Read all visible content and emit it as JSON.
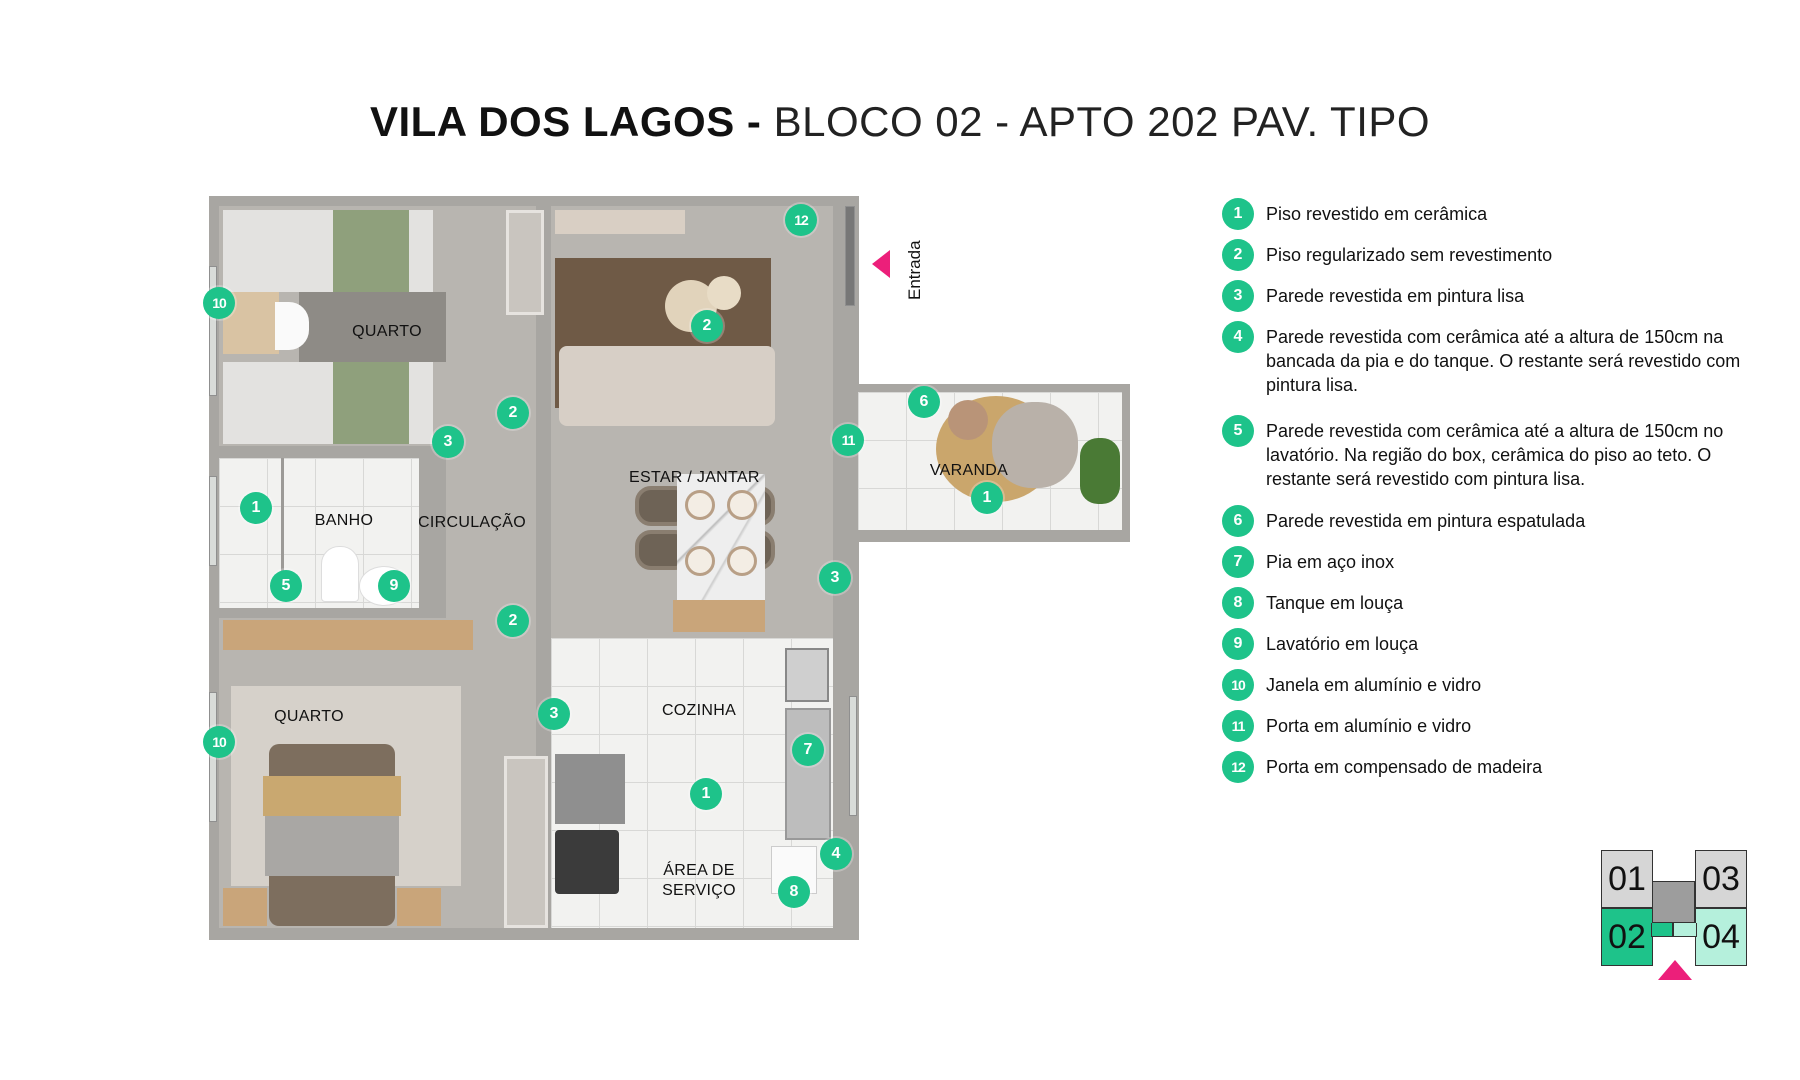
{
  "title": {
    "bold": "VILA DOS LAGOS -",
    "light": "BLOCO 02 - APTO 202 PAV. TIPO"
  },
  "rooms": {
    "quarto_top": "QUARTO",
    "banho": "BANHO",
    "circulacao": "CIRCULAÇÃO",
    "estar_jantar": "ESTAR / JANTAR",
    "varanda": "VARANDA",
    "quarto_bottom": "QUARTO",
    "cozinha": "COZINHA",
    "area_servico_line1": "ÁREA DE",
    "area_servico_line2": "SERVIÇO"
  },
  "entrance": {
    "label": "Entrada",
    "arrow_color": "#ec1f7a"
  },
  "markers": [
    {
      "n": "10",
      "room": "quarto_top"
    },
    {
      "n": "2",
      "room": "circulacao_top"
    },
    {
      "n": "3",
      "room": "quarto_top_door"
    },
    {
      "n": "12",
      "room": "estar_door"
    },
    {
      "n": "2",
      "room": "estar"
    },
    {
      "n": "6",
      "room": "varanda"
    },
    {
      "n": "11",
      "room": "varanda_door"
    },
    {
      "n": "1",
      "room": "varanda"
    },
    {
      "n": "1",
      "room": "banho"
    },
    {
      "n": "5",
      "room": "banho"
    },
    {
      "n": "9",
      "room": "banho"
    },
    {
      "n": "2",
      "room": "circulacao_bottom"
    },
    {
      "n": "3",
      "room": "estar_wall"
    },
    {
      "n": "10",
      "room": "quarto_bottom"
    },
    {
      "n": "3",
      "room": "cozinha_wall"
    },
    {
      "n": "7",
      "room": "cozinha"
    },
    {
      "n": "1",
      "room": "cozinha"
    },
    {
      "n": "4",
      "room": "area_servico"
    },
    {
      "n": "8",
      "room": "area_servico"
    }
  ],
  "legend": [
    {
      "n": "1",
      "text": "Piso revestido em cerâmica"
    },
    {
      "n": "2",
      "text": "Piso regularizado sem revestimento"
    },
    {
      "n": "3",
      "text": "Parede revestida em pintura lisa"
    },
    {
      "n": "4",
      "text": "Parede revestida com cerâmica até a altura de 150cm na bancada da pia e do tanque. O restante será revestido com pintura lisa."
    },
    {
      "n": "5",
      "text": "Parede revestida com cerâmica até a altura de 150cm no lavatório. Na região do box, cerâmica do piso ao teto. O restante será revestido com pintura lisa."
    },
    {
      "n": "6",
      "text": "Parede revestida em pintura espatulada"
    },
    {
      "n": "7",
      "text": "Pia em aço inox"
    },
    {
      "n": "8",
      "text": "Tanque em louça"
    },
    {
      "n": "9",
      "text": "Lavatório em louça"
    },
    {
      "n": "10",
      "text": "Janela em alumínio e vidro"
    },
    {
      "n": "11",
      "text": "Porta em alumínio e vidro"
    },
    {
      "n": "12",
      "text": "Porta em compensado de madeira"
    }
  ],
  "block_map": {
    "units": [
      {
        "label": "01",
        "color": "#d6d6d6"
      },
      {
        "label": "02",
        "color": "#1ec38a"
      },
      {
        "label": "03",
        "color": "#d6d6d6"
      },
      {
        "label": "04",
        "color": "#b5f0dc"
      }
    ],
    "selected": "02",
    "core_color": "#9d9d9d",
    "arrow_color": "#ec1f7a"
  },
  "colors": {
    "marker": "#1ec38a",
    "accent": "#ec1f7a"
  }
}
